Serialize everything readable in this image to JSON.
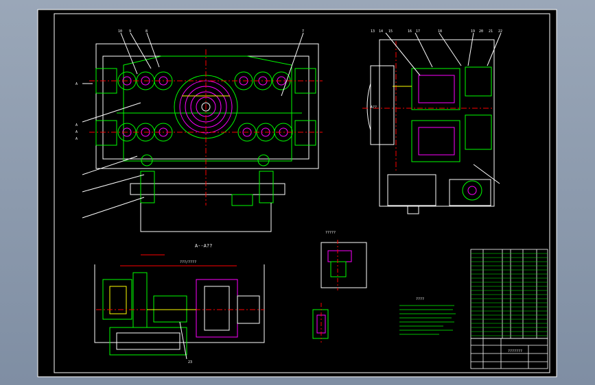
{
  "drawing": {
    "section_view_label": "A--A??",
    "main_view_labels": [
      "A",
      "A",
      "A",
      "A"
    ],
    "side_view_label": "A??",
    "bottom_dimension": "???/????",
    "note_title": "????",
    "title_block_name": "???????",
    "detail_label": "?????",
    "part_numbers_left": [
      "10",
      "9",
      "8",
      "7"
    ],
    "part_numbers_right": [
      "13",
      "14",
      "15",
      "16",
      "17",
      "18",
      "19",
      "20",
      "21",
      "22"
    ],
    "section_part_label": "23"
  },
  "colors": {
    "background": "#000000",
    "frame": "#ffffff",
    "outline": "#ffffff",
    "parts": "#00ff00",
    "hatch": "#ff00ff",
    "centerline": "#ff0000",
    "accent": "#ffff00"
  }
}
